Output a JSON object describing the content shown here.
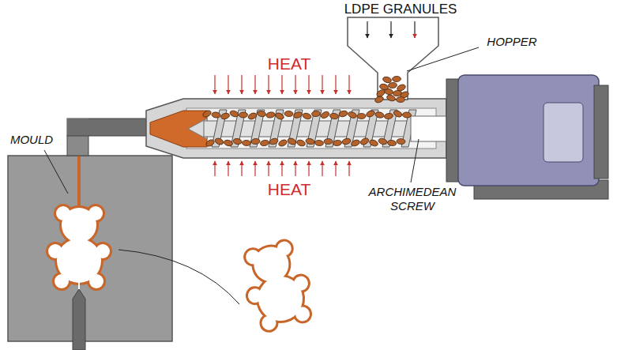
{
  "diagram": {
    "labels": [
      "LDPE GRANULES",
      "HEAT",
      "HOPPER",
      "HEAT",
      "MOULD",
      "ARCHIMEDEAN SCREW"
    ]
  }
}
